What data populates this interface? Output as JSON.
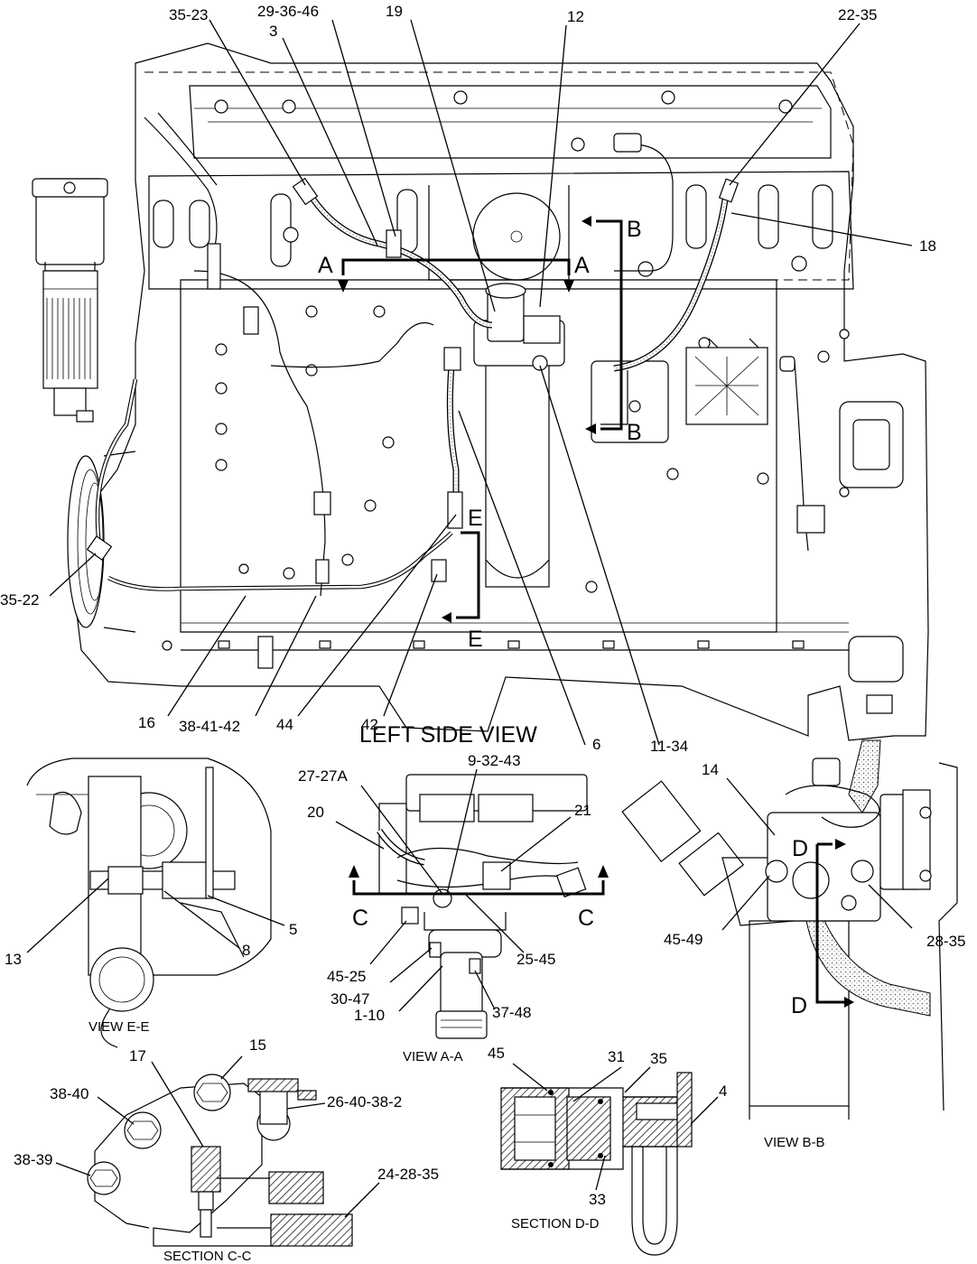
{
  "main_view": {
    "title": "LEFT SIDE VIEW",
    "callouts": [
      "35-23",
      "3",
      "29-36-46",
      "19",
      "12",
      "22-35",
      "18",
      "35-22",
      "16",
      "38-41-42",
      "44",
      "42",
      "6",
      "11-34"
    ],
    "section_markers": {
      "a": "A",
      "b": "B",
      "e": "E"
    }
  },
  "view_ee": {
    "caption": "VIEW E-E",
    "callouts": [
      "13",
      "8",
      "5"
    ]
  },
  "view_aa": {
    "caption": "VIEW A-A",
    "callouts": [
      "27-27A",
      "9-32-43",
      "20",
      "21",
      "45-25",
      "30-47",
      "1-10",
      "37-48",
      "25-45"
    ],
    "section_markers": {
      "c": "C"
    }
  },
  "view_bb": {
    "caption": "VIEW B-B",
    "callouts": [
      "14",
      "45-49",
      "28-35"
    ],
    "section_markers": {
      "d": "D"
    }
  },
  "section_cc": {
    "caption": "SECTION  C-C",
    "callouts": [
      "17",
      "15",
      "38-40",
      "26-40-38-2",
      "38-39",
      "24-28-35"
    ]
  },
  "section_dd": {
    "caption": "SECTION D-D",
    "callouts": [
      "45",
      "31",
      "35",
      "4",
      "33"
    ]
  }
}
